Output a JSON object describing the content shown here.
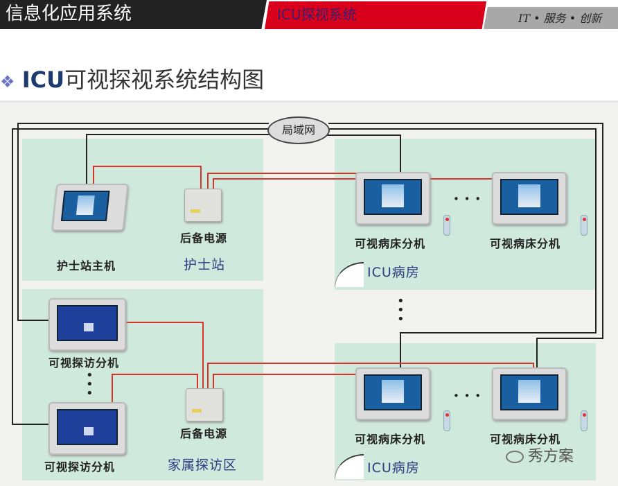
{
  "header": {
    "section": "信息化应用系统",
    "tab": "ICU探视系统",
    "slogan": "IT • 服务 • 创新"
  },
  "title": {
    "bullet": "❖",
    "icu": "ICU",
    "rest": "可视探视系统结构图"
  },
  "diagram": {
    "lan": "局域网",
    "nurse_zone": {
      "label": "护士站",
      "host": "护士站主机",
      "power": "后备电源"
    },
    "visit_zone": {
      "label": "家属探访区",
      "unit1": "可视探访分机",
      "unit2": "可视探访分机",
      "power": "后备电源"
    },
    "icu_top": {
      "label": "ICU病房",
      "bed1": "可视病床分机",
      "bed2": "可视病床分机"
    },
    "icu_bottom": {
      "label": "ICU病房",
      "bed1": "可视病床分机",
      "bed2": "可视病床分机"
    },
    "ellipsis_h": "• • •",
    "ellipsis_v": "•\n•\n•"
  },
  "watermark": "秀方案",
  "colors": {
    "red_line": "#d9342b",
    "black_line": "#222222",
    "zone": "#cfe9dc",
    "header_red": "#d9001b"
  }
}
